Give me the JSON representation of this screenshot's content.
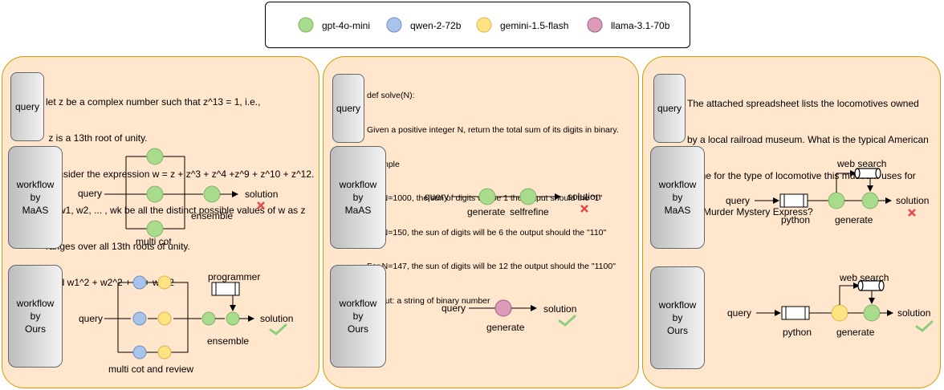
{
  "legend": [
    {
      "label": "gpt-4o-mini",
      "color": "#a8dc8c"
    },
    {
      "label": "qwen-2-72b",
      "color": "#a9c4eb"
    },
    {
      "label": "gemini-1.5-flash",
      "color": "#ffe380"
    },
    {
      "label": "llama-3.1-70b",
      "color": "#de9ab9"
    }
  ],
  "colors": {
    "panel_fill": "#ffe6cc",
    "panel_border": "#d79b00",
    "check": "#8bd07a",
    "cross": "#e34a4a"
  },
  "query_label": "query",
  "workflow_maas": "workflow\nby\nMaAS",
  "workflow_ours": "workflow\nby\nOurs",
  "panel1": {
    "query_text": [
      "let z be a complex number such that z^13 = 1, i.e.,",
      " z is a 13th root of unity.",
      "Consider the expression w = z + z^3 + z^4 +z^9 + z^10 + z^12.",
      "let w1, w2, ... , wk be all the distinct possible values of w as z",
      "ranges over all 13th roots of unity.",
      "Find w1^2 + w2^2 + ... + wk^2"
    ],
    "maas": {
      "query": "query",
      "ensemble": "ensemble",
      "multi": "multi cot",
      "solution": "solution"
    },
    "ours": {
      "query": "query",
      "ensemble": "ensemble",
      "multi": "multi cot and review",
      "programmer": "programmer",
      "solution": "solution"
    }
  },
  "panel2": {
    "query_text": [
      "def solve(N):",
      "Given a positive integer N, return the total sum of its digits in binary.",
      "Example",
      "For N=1000, the sun of digits will be 1 the output should the \"1\"",
      "For N=150, the sun of digits will be 6 the output should the \"110\"",
      "For N=147, the sun of digits will be 12 the output should the \"1100\"",
      "Output: a string of binary number"
    ],
    "maas": {
      "query": "query",
      "generate": "generate",
      "selfrefine": "selfrefine",
      "solution": "solution"
    },
    "ours": {
      "query": "query",
      "generate": "generate",
      "solution": "solution"
    }
  },
  "panel3": {
    "query_text": [
      "The attached spreadsheet lists the locomotives owned",
      "by a local railroad museum. What is the typical American",
      "name for the type of locomotive this museum uses for",
      "the Murder Mystery Express?"
    ],
    "maas": {
      "query": "query",
      "python": "python",
      "generate": "generate",
      "web": "web search",
      "solution": "solution"
    },
    "ours": {
      "query": "query",
      "python": "python",
      "generate": "generate",
      "web": "web search",
      "solution": "solution"
    }
  }
}
